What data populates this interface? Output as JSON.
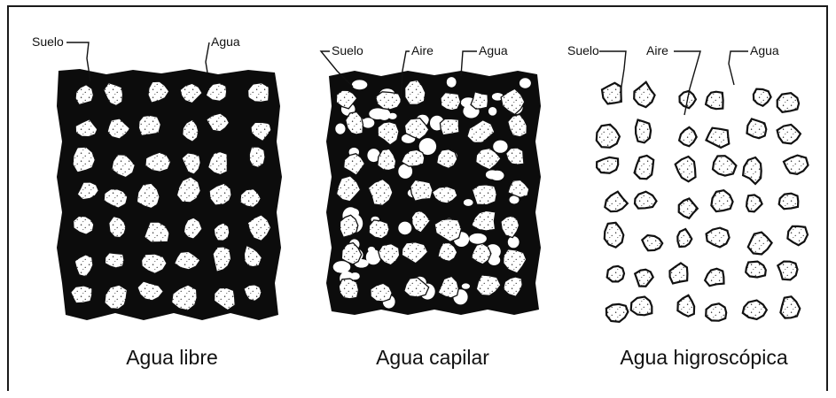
{
  "panels": [
    {
      "caption": "Agua libre",
      "labels": {
        "soil": "Suelo",
        "water": "Agua"
      }
    },
    {
      "caption": "Agua capilar",
      "labels": {
        "soil": "Suelo",
        "air": "Aire",
        "water": "Agua"
      }
    },
    {
      "caption": "Agua higroscópica",
      "labels": {
        "soil": "Suelo",
        "air": "Aire",
        "water": "Agua"
      }
    }
  ]
}
